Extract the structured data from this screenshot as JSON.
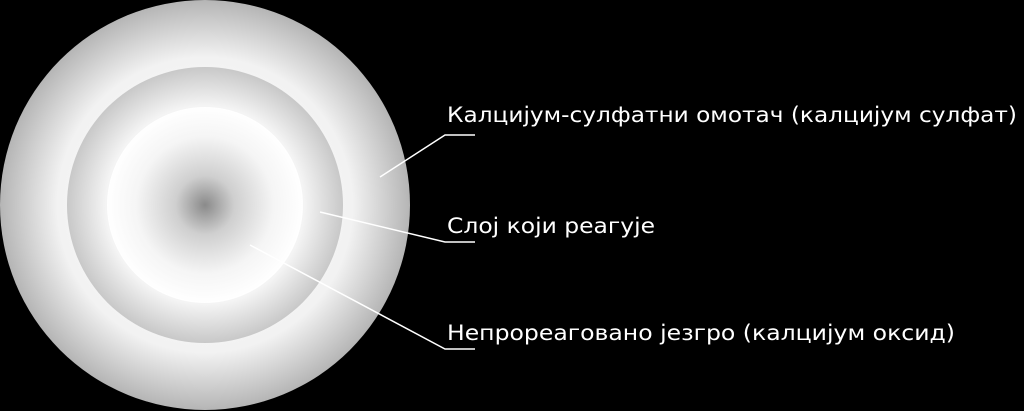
{
  "diagram": {
    "labels": {
      "shell": "Калцијум-сулфатни омотач (калцијум сулфат)",
      "reacting_layer": "Слој који реагује",
      "core": "Непрореаговано језгро (калцијум оксид)"
    },
    "colors": {
      "background": "#000000",
      "text": "#ffffff",
      "shell_gradient": [
        "#ffffff",
        "#f2f2f2",
        "#b5b5b5"
      ],
      "layer_gradient": [
        "#ffffff",
        "#f4f4f4",
        "#c8c8c8"
      ],
      "core_gradient": [
        "#8a8a8a",
        "#cfcfcf",
        "#ffffff"
      ]
    }
  }
}
